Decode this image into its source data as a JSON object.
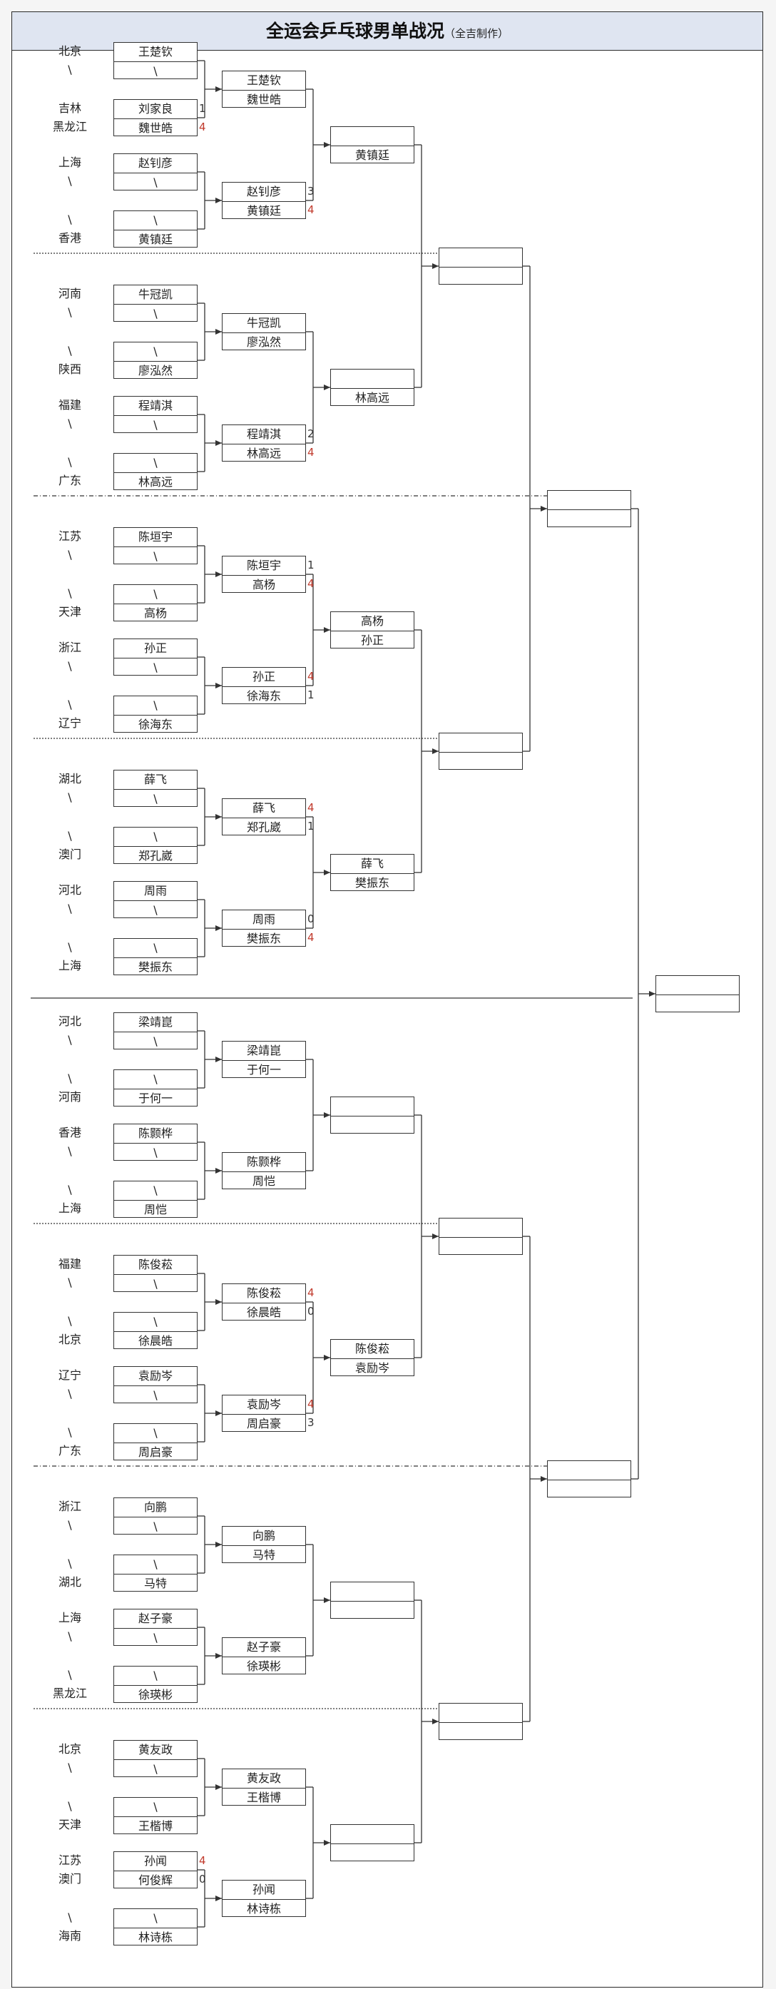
{
  "title": "全运会乒乓球男单战况",
  "subtitle": "（全吉制作）",
  "colors": {
    "line": "#333333",
    "winner_score": "#c0392b",
    "title_bg": "#dfe5f1"
  },
  "groups": [
    {
      "provs": [
        "北京",
        "\\",
        "吉林",
        "黑龙江",
        "上海",
        "\\",
        "\\",
        "香港"
      ],
      "r1": [
        [
          "王楚钦",
          "\\"
        ],
        [
          "刘家良",
          "魏世皓"
        ],
        [
          "赵钊彦",
          "\\"
        ],
        [
          "\\",
          "黄镇廷"
        ]
      ],
      "r1s": [
        null,
        [
          1,
          4
        ],
        null,
        null
      ],
      "r2": [
        [
          "王楚钦",
          "魏世皓"
        ],
        [
          "赵钊彦",
          "黄镇廷"
        ]
      ],
      "r2s": [
        null,
        [
          3,
          4
        ]
      ],
      "r3": [
        "",
        "黄镇廷"
      ]
    },
    {
      "provs": [
        "河南",
        "\\",
        "\\",
        "陕西",
        "福建",
        "\\",
        "\\",
        "广东"
      ],
      "r1": [
        [
          "牛冠凯",
          "\\"
        ],
        [
          "\\",
          "廖泓然"
        ],
        [
          "程靖淇",
          "\\"
        ],
        [
          "\\",
          "林高远"
        ]
      ],
      "r1s": [
        null,
        null,
        null,
        null
      ],
      "r2": [
        [
          "牛冠凯",
          "廖泓然"
        ],
        [
          "程靖淇",
          "林高远"
        ]
      ],
      "r2s": [
        null,
        [
          2,
          4
        ]
      ],
      "r3": [
        "",
        "林高远"
      ]
    },
    {
      "provs": [
        "江苏",
        "\\",
        "\\",
        "天津",
        "浙江",
        "\\",
        "\\",
        "辽宁"
      ],
      "r1": [
        [
          "陈垣宇",
          "\\"
        ],
        [
          "\\",
          "高杨"
        ],
        [
          "孙正",
          "\\"
        ],
        [
          "\\",
          "徐海东"
        ]
      ],
      "r1s": [
        null,
        null,
        null,
        null
      ],
      "r2": [
        [
          "陈垣宇",
          "高杨"
        ],
        [
          "孙正",
          "徐海东"
        ]
      ],
      "r2s": [
        [
          1,
          4
        ],
        [
          4,
          1
        ]
      ],
      "r3": [
        "高杨",
        "孙正"
      ]
    },
    {
      "provs": [
        "湖北",
        "\\",
        "\\",
        "澳门",
        "河北",
        "\\",
        "\\",
        "上海"
      ],
      "r1": [
        [
          "薛飞",
          "\\"
        ],
        [
          "\\",
          "郑孔崴"
        ],
        [
          "周雨",
          "\\"
        ],
        [
          "\\",
          "樊振东"
        ]
      ],
      "r1s": [
        null,
        null,
        null,
        null
      ],
      "r2": [
        [
          "薛飞",
          "郑孔崴"
        ],
        [
          "周雨",
          "樊振东"
        ]
      ],
      "r2s": [
        [
          4,
          1
        ],
        [
          0,
          4
        ]
      ],
      "r3": [
        "薛飞",
        "樊振东"
      ]
    },
    {
      "provs": [
        "河北",
        "\\",
        "\\",
        "河南",
        "香港",
        "\\",
        "\\",
        "上海"
      ],
      "r1": [
        [
          "梁靖崑",
          "\\"
        ],
        [
          "\\",
          "于何一"
        ],
        [
          "陈颢桦",
          "\\"
        ],
        [
          "\\",
          "周恺"
        ]
      ],
      "r1s": [
        null,
        null,
        null,
        null
      ],
      "r2": [
        [
          "梁靖崑",
          "于何一"
        ],
        [
          "陈颢桦",
          "周恺"
        ]
      ],
      "r2s": [
        null,
        null
      ],
      "r3": [
        "",
        ""
      ]
    },
    {
      "provs": [
        "福建",
        "\\",
        "\\",
        "北京",
        "辽宁",
        "\\",
        "\\",
        "广东"
      ],
      "r1": [
        [
          "陈俊菘",
          "\\"
        ],
        [
          "\\",
          "徐晨皓"
        ],
        [
          "袁励岑",
          "\\"
        ],
        [
          "\\",
          "周启豪"
        ]
      ],
      "r1s": [
        null,
        null,
        null,
        null
      ],
      "r2": [
        [
          "陈俊菘",
          "徐晨皓"
        ],
        [
          "袁励岑",
          "周启豪"
        ]
      ],
      "r2s": [
        [
          4,
          0
        ],
        [
          4,
          3
        ]
      ],
      "r3": [
        "陈俊菘",
        "袁励岑"
      ]
    },
    {
      "provs": [
        "浙江",
        "\\",
        "\\",
        "湖北",
        "上海",
        "\\",
        "\\",
        "黑龙江"
      ],
      "r1": [
        [
          "向鹏",
          "\\"
        ],
        [
          "\\",
          "马特"
        ],
        [
          "赵子豪",
          "\\"
        ],
        [
          "\\",
          "徐瑛彬"
        ]
      ],
      "r1s": [
        null,
        null,
        null,
        null
      ],
      "r2": [
        [
          "向鹏",
          "马特"
        ],
        [
          "赵子豪",
          "徐瑛彬"
        ]
      ],
      "r2s": [
        null,
        null
      ],
      "r3": [
        "",
        ""
      ]
    },
    {
      "provs": [
        "北京",
        "\\",
        "\\",
        "天津",
        "江苏",
        "澳门",
        "\\",
        "海南"
      ],
      "r1": [
        [
          "黄友政",
          "\\"
        ],
        [
          "\\",
          "王楷博"
        ],
        [
          "孙闻",
          "何俊辉"
        ],
        [
          "\\",
          "林诗栋"
        ]
      ],
      "r1s": [
        null,
        null,
        [
          4,
          0
        ],
        null
      ],
      "r2": [
        [
          "黄友政",
          "王楷博"
        ],
        [
          "孙闻",
          "林诗栋"
        ]
      ],
      "r2s": [
        null,
        null
      ],
      "r3": [
        "",
        ""
      ]
    }
  ],
  "r4": [
    [
      "",
      ""
    ],
    [
      "",
      ""
    ],
    [
      "",
      ""
    ],
    [
      "",
      ""
    ]
  ],
  "r5": [
    [
      "",
      ""
    ],
    [
      "",
      ""
    ]
  ],
  "final": [
    "",
    ""
  ]
}
